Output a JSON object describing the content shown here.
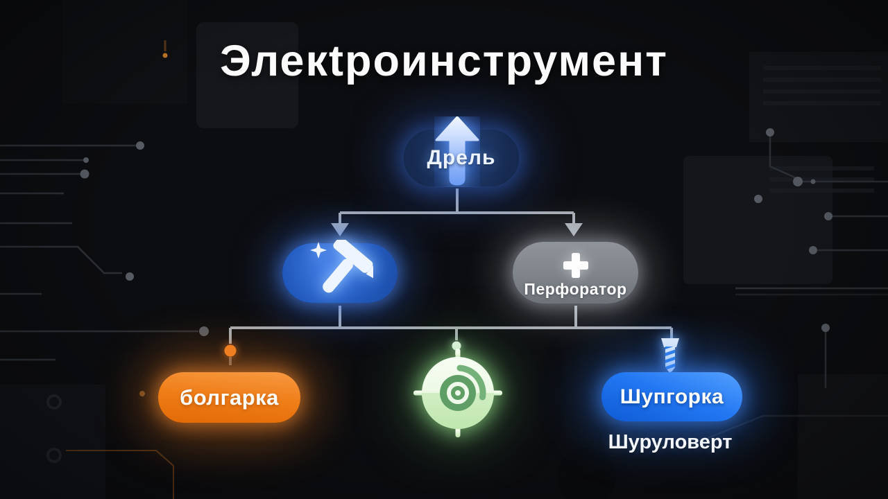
{
  "title": "Элекtроинструмент",
  "colors": {
    "background": "#0c0d10",
    "arrow_blue": "#6b9bf5",
    "dark_blue_node": "#1d3a66",
    "blue_node": "#2a63c8",
    "gray_node": "#82878e",
    "orange_node": "#ee7c1e",
    "green_node": "#d9f3cb",
    "bright_blue_node": "#2277f2",
    "connector_gray": "#a6abb2"
  },
  "tree": {
    "root": {
      "label": "Дрель",
      "icon": "arrow-up-icon"
    },
    "level2": [
      {
        "id": "hammer-node",
        "icon": "hammer-icon"
      },
      {
        "id": "perforator-node",
        "label": "Перфоратор",
        "icon": "plus-icon"
      }
    ],
    "level3": [
      {
        "id": "bolgarka-node",
        "label": "болгарка"
      },
      {
        "id": "disc-node",
        "icon": "grinding-disc-icon"
      },
      {
        "id": "shupgorka-node",
        "label": "Шупгорка",
        "caption": "Шуруловерт",
        "icon": "screw-icon"
      }
    ]
  }
}
